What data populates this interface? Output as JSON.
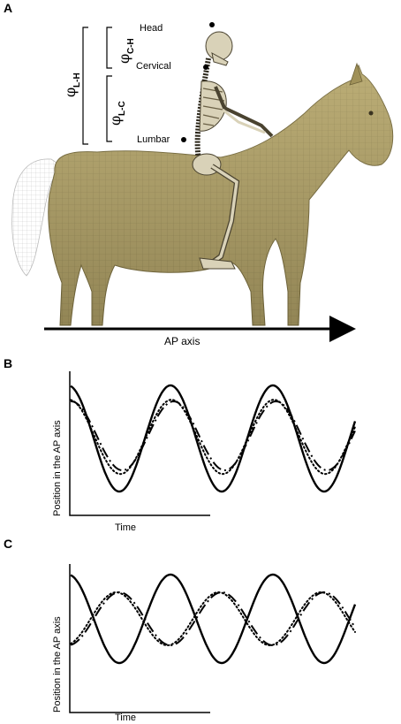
{
  "panel_a": {
    "letter": "A",
    "labels": {
      "head": "Head",
      "cervical": "Cervical",
      "lumbar": "Lumbar"
    },
    "angles": {
      "phi": "φ",
      "outer_sub": "L-H",
      "upper_sub": "C-H",
      "lower_sub": "L-C"
    },
    "axis_label": "AP axis"
  },
  "panel_b": {
    "letter": "B",
    "ylabel": "Position in the AP axis",
    "xlabel": "Time"
  },
  "panel_c": {
    "letter": "C",
    "ylabel": "Position in the AP axis",
    "xlabel": "Time"
  },
  "chart_data": [
    {
      "panel": "B",
      "type": "line",
      "xlabel": "Time",
      "ylabel": "Position in the AP axis",
      "xlim": [
        0,
        1
      ],
      "ylim": [
        -1,
        1
      ],
      "grid": false,
      "series": [
        {
          "style": "solid",
          "amplitude": 1.0,
          "period": 0.36,
          "phase": 0.0,
          "offset": 0.0
        },
        {
          "style": "dashdot",
          "amplitude": 0.65,
          "period": 0.36,
          "phase": 0.03,
          "offset": 0.05
        },
        {
          "style": "dotted",
          "amplitude": 0.7,
          "period": 0.36,
          "phase": 0.01,
          "offset": 0.03
        }
      ]
    },
    {
      "panel": "C",
      "type": "line",
      "xlabel": "Time",
      "ylabel": "Position in the AP axis",
      "xlim": [
        0,
        1
      ],
      "ylim": [
        -1,
        1
      ],
      "grid": false,
      "series": [
        {
          "style": "solid",
          "amplitude": 1.0,
          "period": 0.36,
          "phase": 0.0,
          "offset": 0.0
        },
        {
          "style": "dashdot",
          "amplitude": 0.6,
          "period": 0.36,
          "phase": 0.5,
          "offset": 0.0
        },
        {
          "style": "dotted",
          "amplitude": 0.6,
          "period": 0.36,
          "phase": 0.47,
          "offset": 0.0
        }
      ]
    }
  ]
}
